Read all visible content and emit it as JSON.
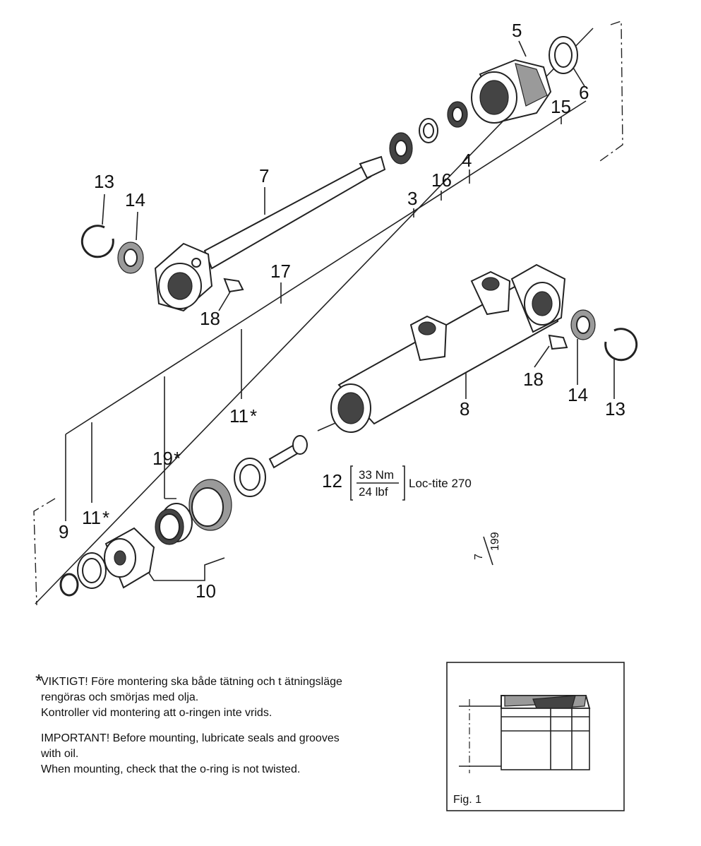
{
  "callouts": {
    "c5": "5",
    "c6": "6",
    "c15": "15",
    "c4": "4",
    "c16": "16",
    "c3": "3",
    "c7": "7",
    "c13a": "13",
    "c14a": "14",
    "c17": "17",
    "c18a": "18",
    "c18b": "18",
    "c14b": "14",
    "c13b": "13",
    "c8": "8",
    "c11a": "11",
    "c19": "19",
    "c12": "12",
    "c9": "9",
    "c11b": "11",
    "c10": "10",
    "star_a": "*",
    "star_b": "*",
    "star_c": "*"
  },
  "torque": {
    "nm": "33 Nm",
    "lbf": "24 lbf",
    "locktite": "Loc-tite 270"
  },
  "page_number": {
    "numerator": "7",
    "denominator": "199"
  },
  "notes": {
    "star": "*",
    "sv_line1": "VIKTIGT! Före montering ska både tätning och t ätningsläge",
    "sv_line2": "rengöras och smörjas med olja.",
    "sv_line3": "Kontroller vid montering att o-ringen inte vrids.",
    "en_line1": "IMPORTANT! Before mounting, lubricate seals and grooves",
    "en_line2": "with oil.",
    "en_line3": "When mounting, check that the o-ring is not twisted."
  },
  "figure": {
    "label": "Fig. 1"
  }
}
